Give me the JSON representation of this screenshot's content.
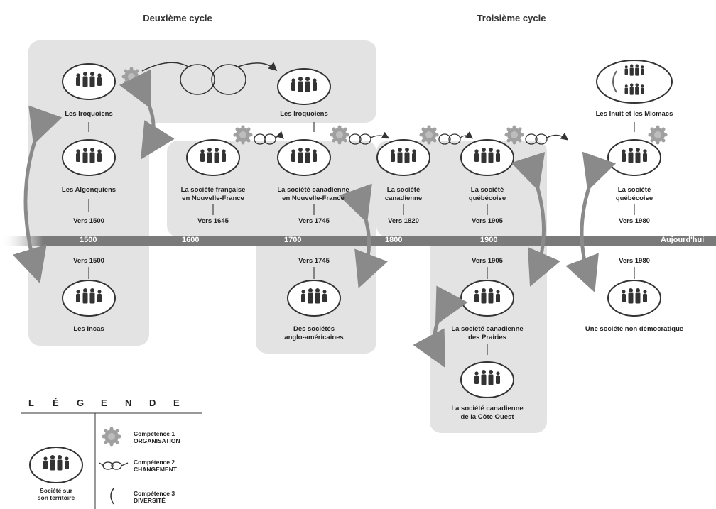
{
  "cycles": {
    "second": "Deuxième cycle",
    "third": "Troisième cycle"
  },
  "timeline": {
    "ticks": [
      "1500",
      "1600",
      "1700",
      "1800",
      "1900",
      "Aujourd'hui"
    ]
  },
  "societies": {
    "iroquois_1": "Les Iroquoiens",
    "algonquins": "Les Algonquiens",
    "incas": "Les Incas",
    "iroquois_2": "Les Iroquoiens",
    "nf_fr_l1": "La société française",
    "nf_fr_l2": "en Nouvelle-France",
    "nf_ca_l1": "La société canadienne",
    "nf_ca_l2": "en Nouvelle-France",
    "anglo_l1": "Des sociétés",
    "anglo_l2": "anglo-américaines",
    "can_l1": "La société",
    "can_l2": "canadienne",
    "qc_l1": "La société",
    "qc_l2": "québécoise",
    "prairies_l1": "La société canadienne",
    "prairies_l2": "des Prairies",
    "cote_l1": "La société canadienne",
    "cote_l2": "de la Côte Ouest",
    "inuit": "Les Inuit et les Micmacs",
    "qc2_l1": "La société",
    "qc2_l2": "québécoise",
    "nondemo": "Une société non démocratique"
  },
  "dates": {
    "algonquins": "Vers 1500",
    "incas": "Vers 1500",
    "nf_fr": "Vers 1645",
    "nf_ca": "Vers 1745",
    "anglo": "Vers 1745",
    "can": "Vers 1820",
    "qc": "Vers 1905",
    "prairies": "Vers 1905",
    "qc2": "Vers 1980",
    "nondemo": "Vers 1980"
  },
  "legend": {
    "letters": [
      "L",
      "É",
      "G",
      "E",
      "N",
      "D",
      "E"
    ],
    "society_l1": "Société sur",
    "society_l2": "son territoire",
    "comp1_l1": "Compétence 1",
    "comp1_l2": "ORGANISATION",
    "comp2_l1": "Compétence 2",
    "comp2_l2": "CHANGEMENT",
    "comp3_l1": "Compétence 3",
    "comp3_l2": "DIVERSITÉ"
  },
  "colors": {
    "panel": "#e3e3e3",
    "axis": "#7a7a7a",
    "arrow": "#8a8a8a",
    "gear": "#9a9a9a"
  }
}
